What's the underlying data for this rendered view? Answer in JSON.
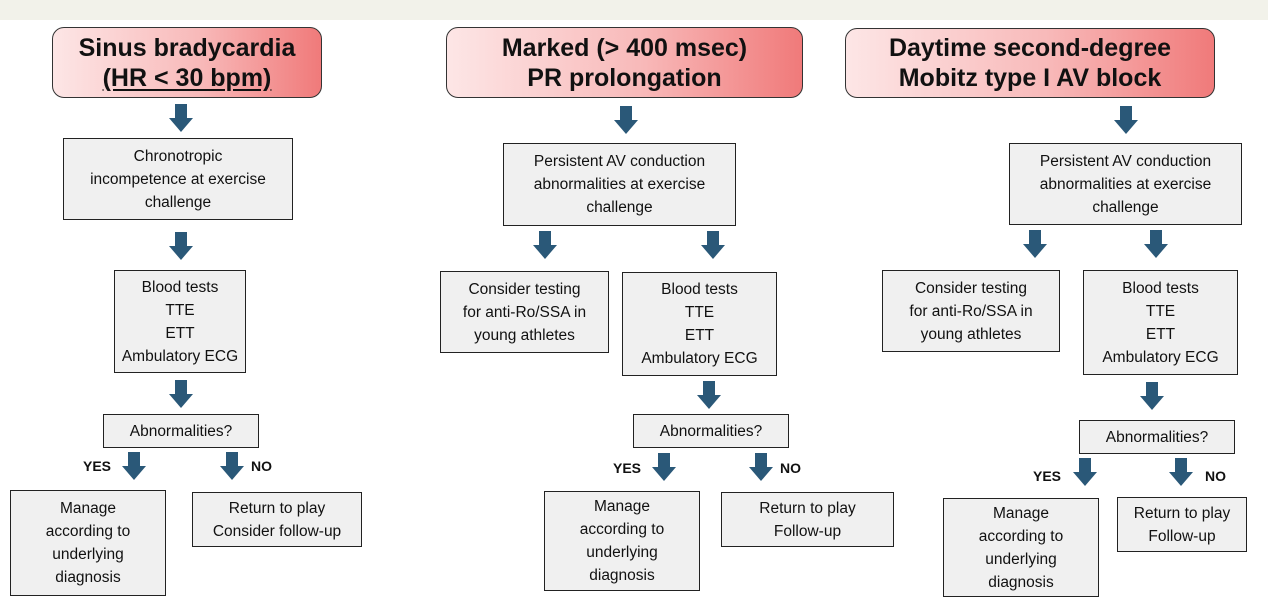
{
  "panels": [
    {
      "title": [
        "Sinus bradycardia",
        "(HR < 30 bpm)"
      ],
      "step1": [
        "Chronotropic",
        "incompetence at exercise",
        "challenge"
      ],
      "tests": [
        "Blood tests",
        "TTE",
        "ETT",
        "Ambulatory ECG"
      ],
      "question": "Abnormalities?",
      "yes_label": "YES",
      "no_label": "NO",
      "yes_outcome": [
        "Manage",
        "according to",
        "underlying",
        "diagnosis"
      ],
      "no_outcome": [
        "Return to play",
        "Consider follow-up"
      ]
    },
    {
      "title": [
        "Marked (> 400 msec)",
        "PR prolongation"
      ],
      "step1": [
        "Persistent AV conduction",
        "abnormalities at exercise",
        "challenge"
      ],
      "side": [
        "Consider testing",
        "for anti-Ro/SSA in",
        "young athletes"
      ],
      "tests": [
        "Blood tests",
        "TTE",
        "ETT",
        "Ambulatory ECG"
      ],
      "question": "Abnormalities?",
      "yes_label": "YES",
      "no_label": "NO",
      "yes_outcome": [
        "Manage",
        "according to",
        "underlying",
        "diagnosis"
      ],
      "no_outcome": [
        "Return to play",
        "Follow-up"
      ]
    },
    {
      "title": [
        "Daytime second-degree",
        "Mobitz type I AV block"
      ],
      "step1": [
        "Persistent AV conduction",
        "abnormalities at exercise",
        "challenge"
      ],
      "side": [
        "Consider testing",
        "for anti-Ro/SSA in",
        "young athletes"
      ],
      "tests": [
        "Blood tests",
        "TTE",
        "ETT",
        "Ambulatory ECG"
      ],
      "question": "Abnormalities?",
      "yes_label": "YES",
      "no_label": "NO",
      "yes_outcome": [
        "Manage",
        "according to",
        "underlying",
        "diagnosis"
      ],
      "no_outcome": [
        "Return to play",
        "Follow-up"
      ]
    }
  ],
  "colors": {
    "arrow": "#2a5878",
    "box_fill": "#f0f0f0",
    "title_gradient_end": "#f07a7a"
  }
}
